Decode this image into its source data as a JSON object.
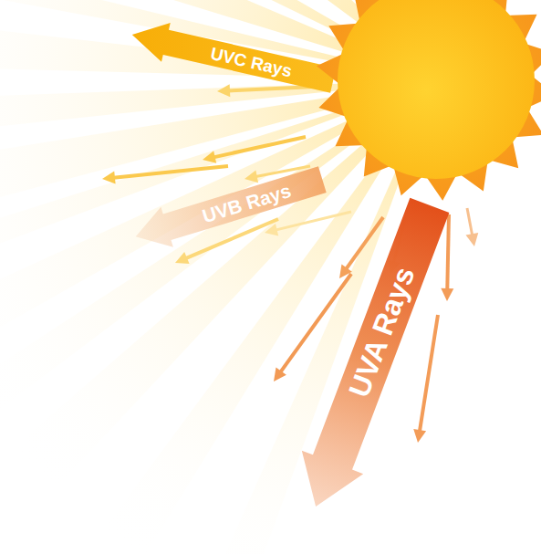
{
  "diagram": {
    "nodes": [
      {
        "text": [
          "UVC Rays"
        ]
      },
      {
        "text": [
          "UVB Rays"
        ]
      },
      {
        "text": [
          "UVA Rays"
        ]
      }
    ]
  }
}
